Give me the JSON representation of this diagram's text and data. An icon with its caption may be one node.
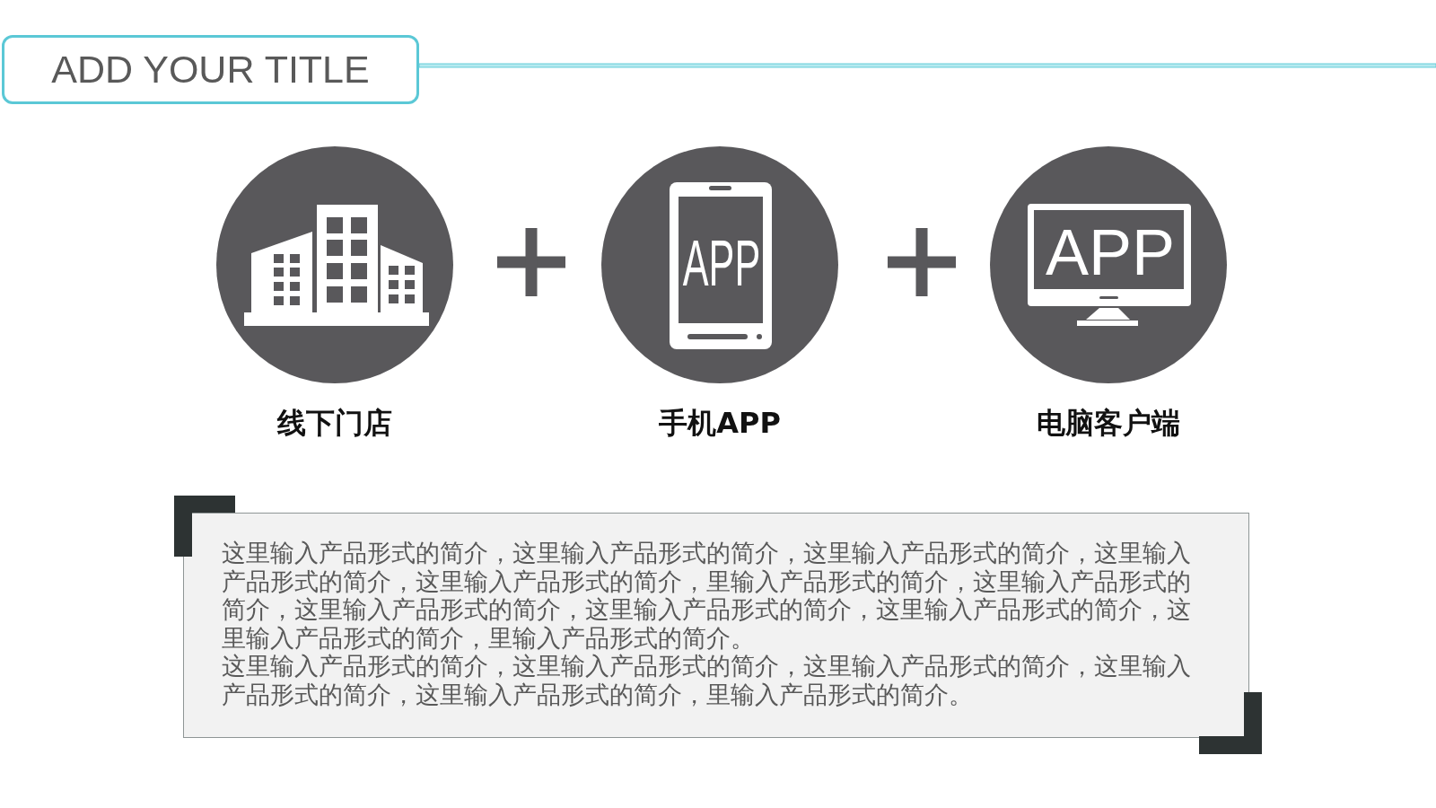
{
  "diagram": {
    "title": "ADD YOUR TITLE",
    "nodes": [
      {
        "text": [
          "线下门店"
        ]
      },
      {
        "text": [
          "APP",
          "手机APP"
        ]
      },
      {
        "text": [
          "APP",
          "电脑客户端"
        ]
      },
      {
        "text": [
          "这里输入产品形式的简介，这里输入产品形式的简介，这里输入产品形式的简介，这里输入产品形式的简介，这里输入产品形式的简介，里输入产品形式的简介，这里输入产品形式的简介，这里输入产品形式的简介，这里输入产品形式的简介，这里输入产品形式的简介，这里输入产品形式的简介，里输入产品形式的简介。",
          "这里输入产品形式的简介，这里输入产品形式的简介，这里输入产品形式的简介，这里输入产品形式的简介，这里输入产品形式的简介，里输入产品形式的简介。"
        ]
      }
    ]
  }
}
